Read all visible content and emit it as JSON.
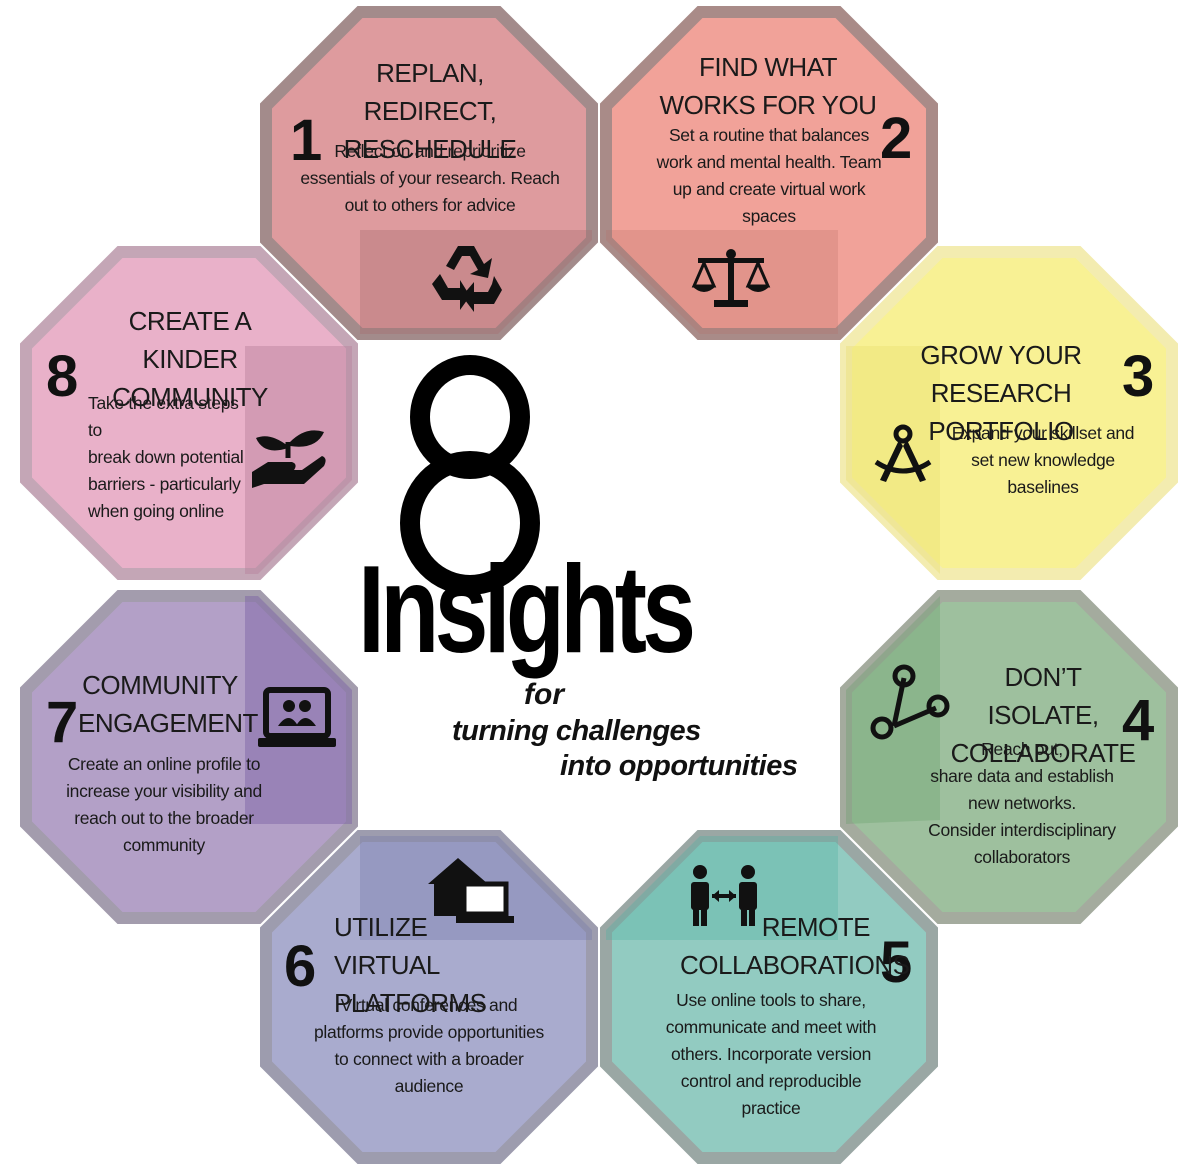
{
  "center": {
    "number": "8",
    "word": "Insights",
    "for": "for",
    "tagline_1": "turning challenges",
    "tagline_2": "into opportunities"
  },
  "insights": [
    {
      "number": "1",
      "title_1": "REPLAN, REDIRECT,",
      "title_2": "RESCHEDULE",
      "body": [
        "Reflect on and reprioritize",
        "essentials of your research. Reach",
        "out to others for advice"
      ],
      "icon": "recycle-icon",
      "color": "#d7898c"
    },
    {
      "number": "2",
      "title_1": "FIND WHAT",
      "title_2": "WORKS FOR YOU",
      "body": [
        "Set a routine that balances",
        "work and mental health. Team",
        "up and create virtual work",
        "spaces"
      ],
      "icon": "balance-scale-icon",
      "color": "#ef9388"
    },
    {
      "number": "3",
      "title_1": "GROW YOUR RESEARCH",
      "title_2": "PORTFOLIO",
      "body": [
        "Expand your skillset and",
        "set new knowledge",
        "baselines"
      ],
      "icon": "compass-icon",
      "color": "#f8f18a"
    },
    {
      "number": "4",
      "title_1": "DON’T ISOLATE,",
      "title_2": "COLLABORATE",
      "body": [
        "Reach out,",
        "share data and establish",
        "new networks.",
        "Consider interdisciplinary",
        "collaborators"
      ],
      "icon": "network-share-icon",
      "color": "#93b994"
    },
    {
      "number": "5",
      "title_1": "REMOTE",
      "title_2": "COLLABORATIONS",
      "body": [
        "Use online tools to share,",
        "communicate and meet with",
        "others. Incorporate version",
        "control and reproducible",
        "practice"
      ],
      "icon": "people-connect-icon",
      "color": "#7fc2b6"
    },
    {
      "number": "6",
      "title_1": "UTILIZE",
      "title_2": "VIRTUAL PLATFORMS",
      "body": [
        "Virtual conferences and",
        "platforms provide opportunities",
        "to connect with a broader",
        "audience"
      ],
      "icon": "home-laptop-icon",
      "color": "#9a9cc6"
    },
    {
      "number": "7",
      "title_1": "COMMUNITY",
      "title_2": "ENGAGEMENT",
      "body": [
        "Create an online profile to",
        "increase your visibility and",
        "reach out to the broader",
        "community"
      ],
      "icon": "laptop-users-icon",
      "color": "#a68fbd"
    },
    {
      "number": "8",
      "title_1": "CREATE A KINDER",
      "title_2": "COMMUNITY",
      "body": [
        "Take the extra steps to",
        "break down potential",
        "barriers - particularly",
        "when going online"
      ],
      "icon": "hand-plant-icon",
      "color": "#e5a3bf"
    }
  ]
}
